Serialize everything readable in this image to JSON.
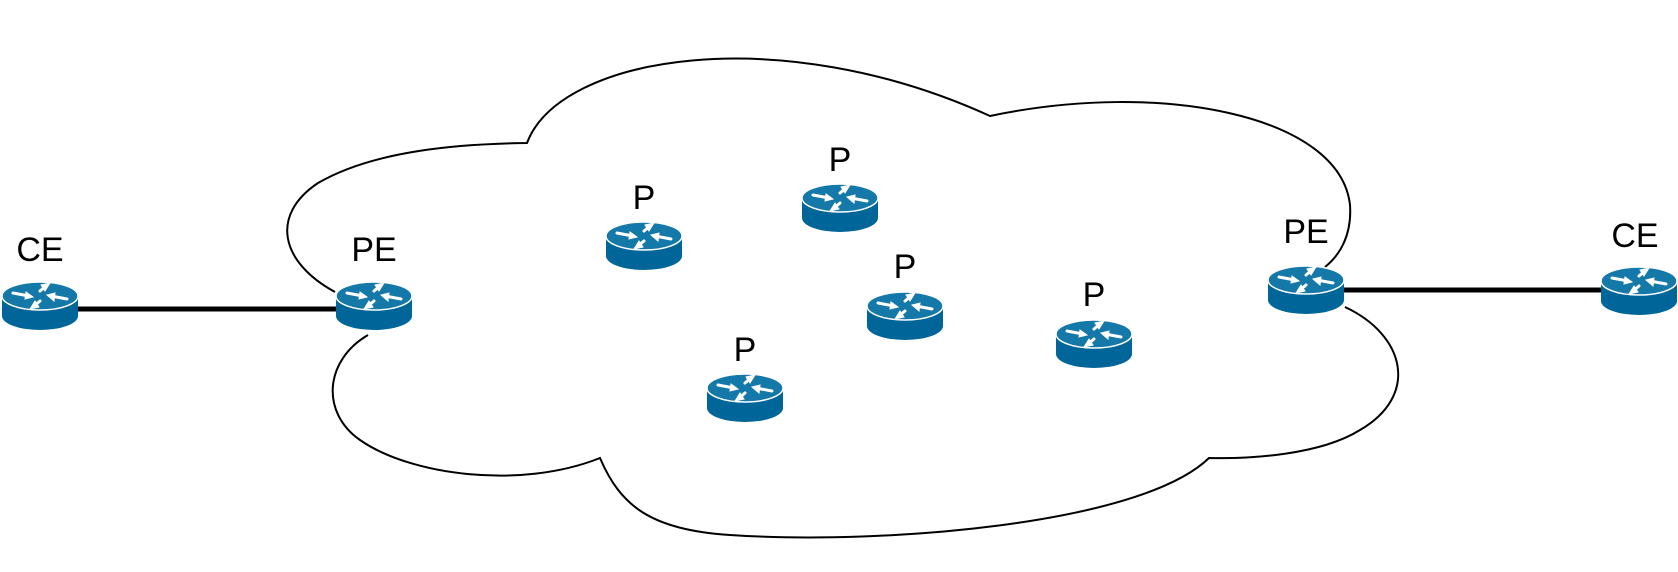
{
  "colors": {
    "router_body": "#006699",
    "router_top": "#1a7aaa",
    "router_arrows": "#ffffff",
    "link": "#000000",
    "cloud_stroke": "#000000"
  },
  "icons": {
    "router": "router-icon"
  },
  "nodes": {
    "ce_left": {
      "label": "CE"
    },
    "pe_left": {
      "label": "PE"
    },
    "p1": {
      "label": "P"
    },
    "p2": {
      "label": "P"
    },
    "p3": {
      "label": "P"
    },
    "p4": {
      "label": "P"
    },
    "p5": {
      "label": "P"
    },
    "pe_right": {
      "label": "PE"
    },
    "ce_right": {
      "label": "CE"
    }
  }
}
